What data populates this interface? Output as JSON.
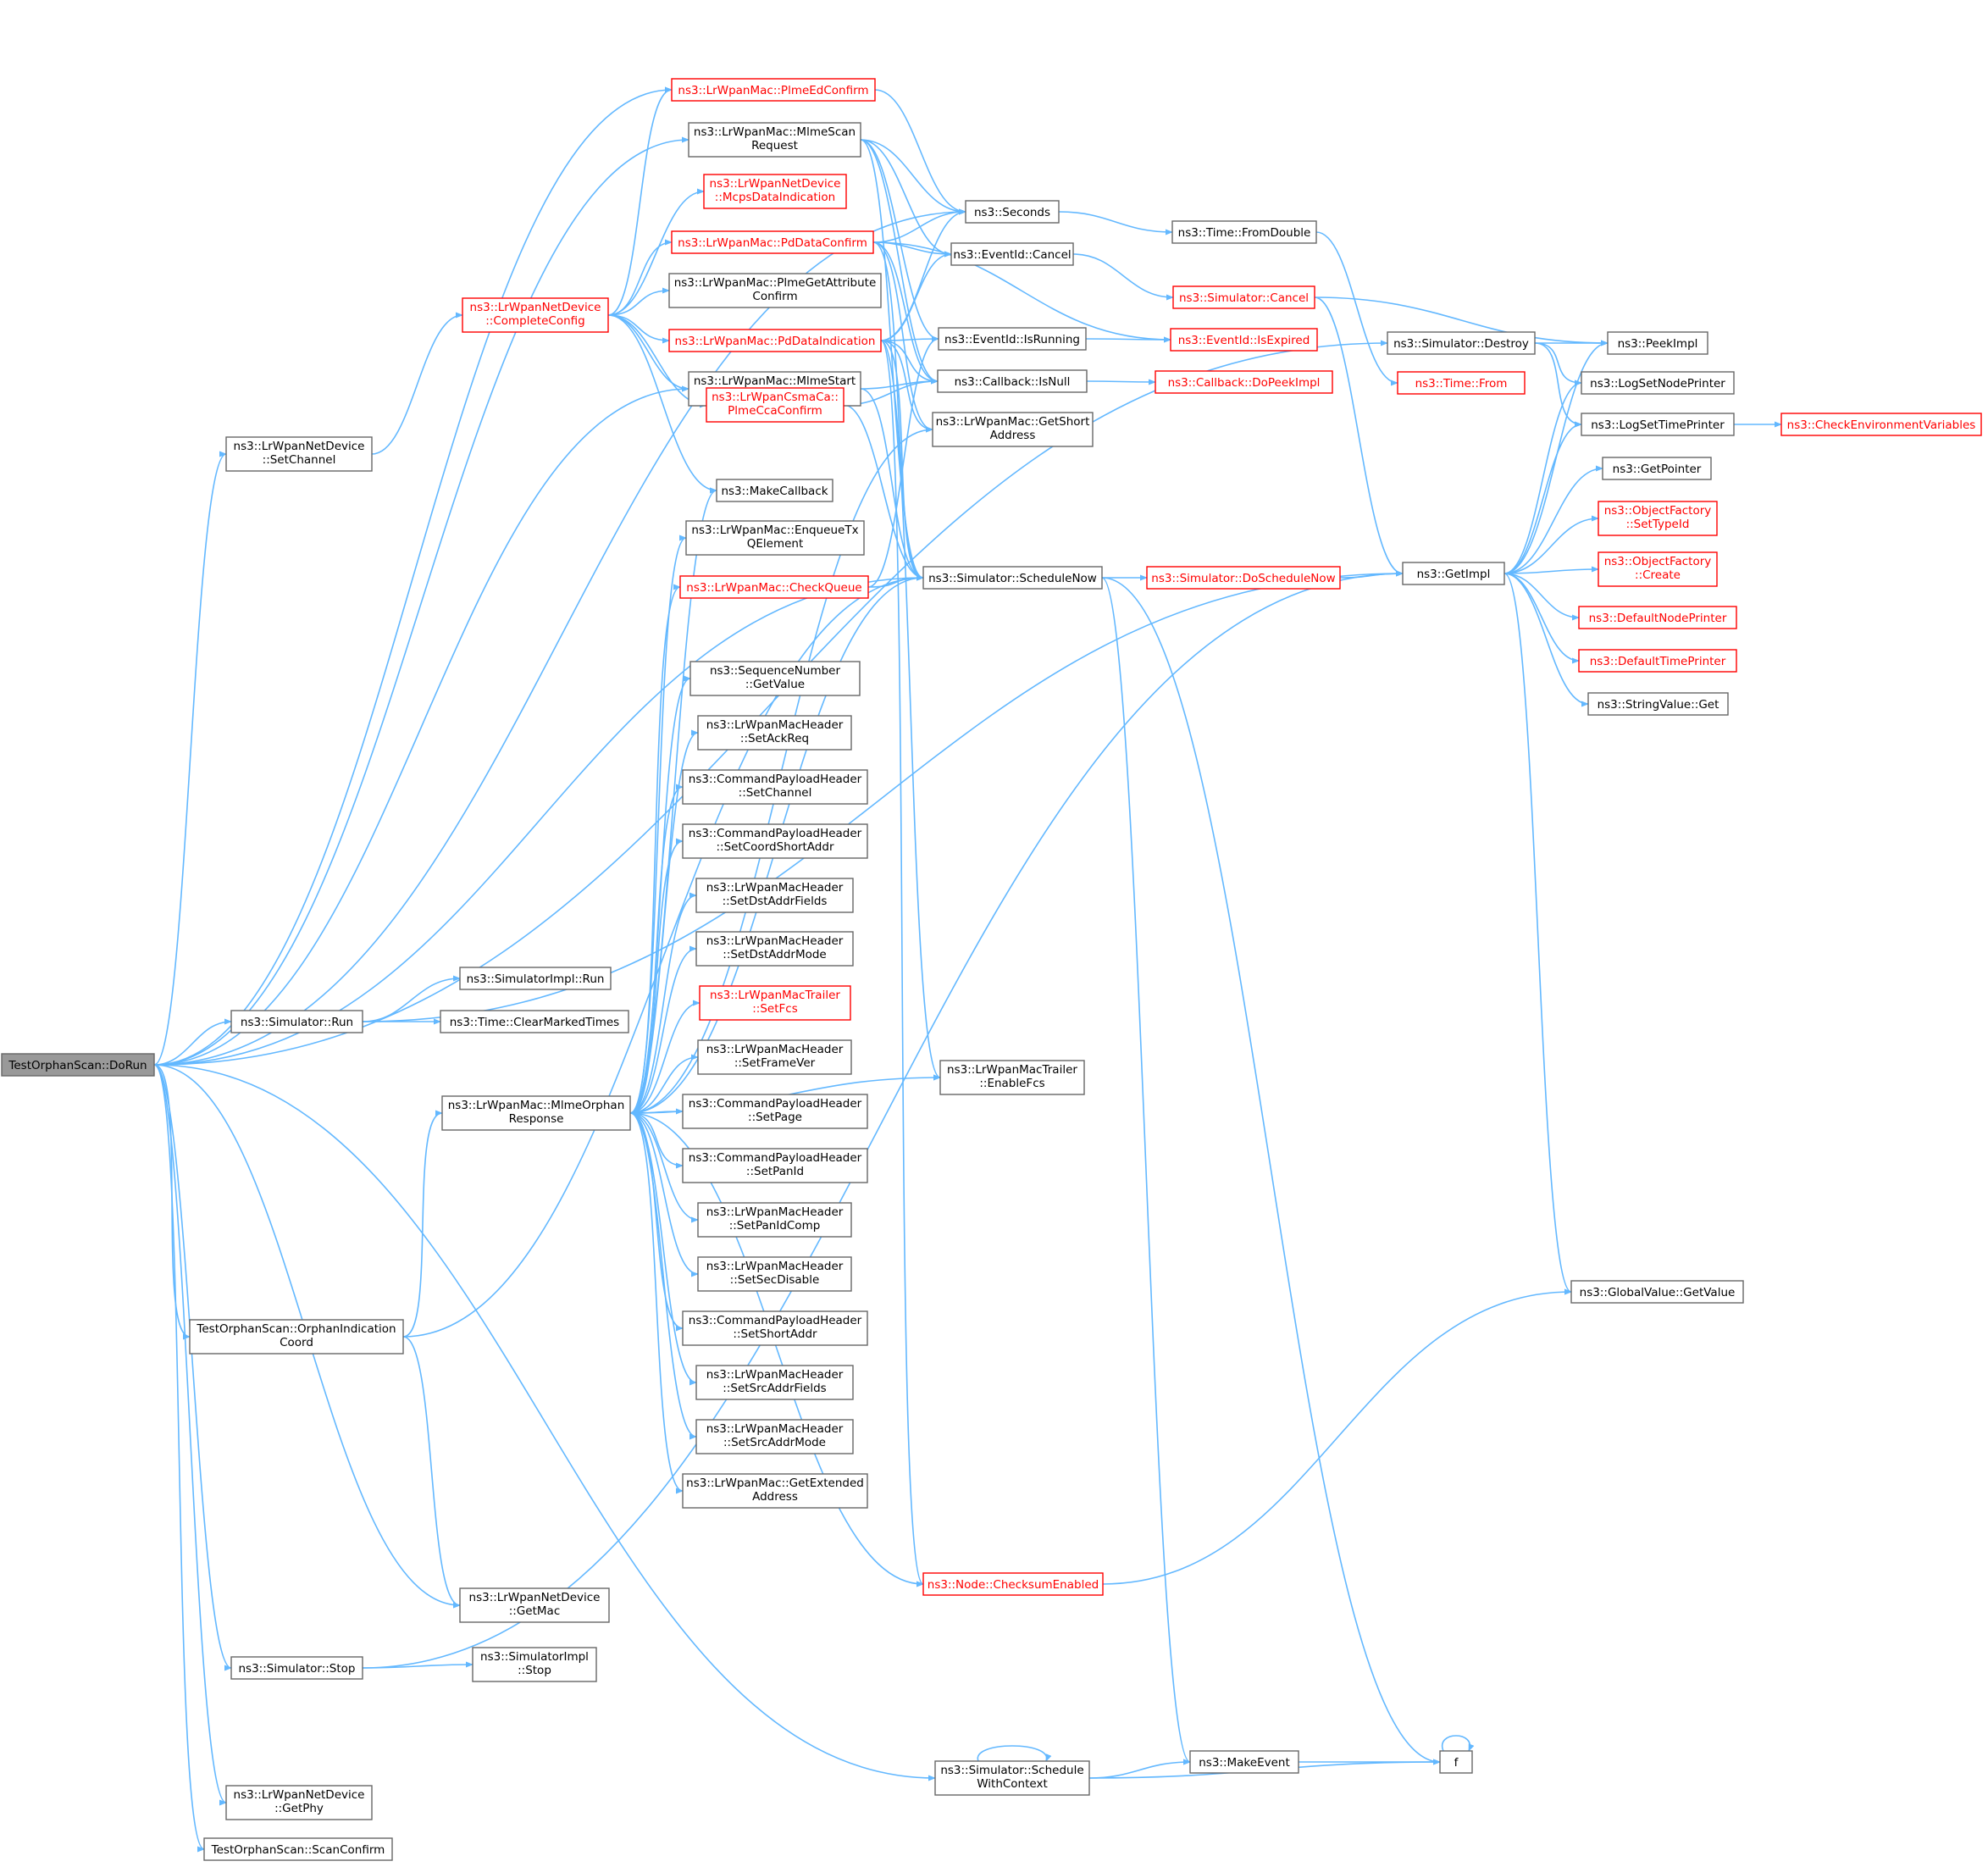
{
  "colors": {
    "edge": "#63b8ff",
    "node_border": "#666666",
    "alert": "#ff0000",
    "root_fill": "#999999"
  },
  "nodes": [
    {
      "id": "root",
      "label": [
        "TestOrphanScan::DoRun"
      ],
      "style": "root"
    },
    {
      "id": "plme_ed",
      "label": [
        "ns3::LrWpanMac::PlmeEdConfirm"
      ],
      "style": "red"
    },
    {
      "id": "mlme_scan",
      "label": [
        "ns3::LrWpanMac::MlmeScan",
        "Request"
      ],
      "style": "normal"
    },
    {
      "id": "mcps",
      "label": [
        "ns3::LrWpanNetDevice",
        "::McpsDataIndication"
      ],
      "style": "red"
    },
    {
      "id": "pd_confirm",
      "label": [
        "ns3::LrWpanMac::PdDataConfirm"
      ],
      "style": "red"
    },
    {
      "id": "plme_get",
      "label": [
        "ns3::LrWpanMac::PlmeGetAttribute",
        "Confirm"
      ],
      "style": "normal"
    },
    {
      "id": "complete",
      "label": [
        "ns3::LrWpanNetDevice",
        "::CompleteConfig"
      ],
      "style": "red"
    },
    {
      "id": "pd_ind",
      "label": [
        "ns3::LrWpanMac::PdDataIndication"
      ],
      "style": "red"
    },
    {
      "id": "mlme_start",
      "label": [
        "ns3::LrWpanMac::MlmeStart",
        "Request"
      ],
      "style": "normal"
    },
    {
      "id": "setchannel",
      "label": [
        "ns3::LrWpanNetDevice",
        "::SetChannel"
      ],
      "style": "normal"
    },
    {
      "id": "csma",
      "label": [
        "ns3::LrWpanCsmaCa::",
        "PlmeCcaConfirm"
      ],
      "style": "red"
    },
    {
      "id": "makecb",
      "label": [
        "ns3::MakeCallback"
      ],
      "style": "normal"
    },
    {
      "id": "enqueue",
      "label": [
        "ns3::LrWpanMac::EnqueueTx",
        "QElement"
      ],
      "style": "normal"
    },
    {
      "id": "checkq",
      "label": [
        "ns3::LrWpanMac::CheckQueue"
      ],
      "style": "red"
    },
    {
      "id": "seqnum",
      "label": [
        "ns3::SequenceNumber",
        "::GetValue"
      ],
      "style": "normal"
    },
    {
      "id": "setackreq",
      "label": [
        "ns3::LrWpanMacHeader",
        "::SetAckReq"
      ],
      "style": "normal"
    },
    {
      "id": "cp_setchannel",
      "label": [
        "ns3::CommandPayloadHeader",
        "::SetChannel"
      ],
      "style": "normal"
    },
    {
      "id": "cp_setcoord",
      "label": [
        "ns3::CommandPayloadHeader",
        "::SetCoordShortAddr"
      ],
      "style": "normal"
    },
    {
      "id": "setdstfields",
      "label": [
        "ns3::LrWpanMacHeader",
        "::SetDstAddrFields"
      ],
      "style": "normal"
    },
    {
      "id": "setdstmode",
      "label": [
        "ns3::LrWpanMacHeader",
        "::SetDstAddrMode"
      ],
      "style": "normal"
    },
    {
      "id": "setfcs",
      "label": [
        "ns3::LrWpanMacTrailer",
        "::SetFcs"
      ],
      "style": "red"
    },
    {
      "id": "setframever",
      "label": [
        "ns3::LrWpanMacHeader",
        "::SetFrameVer"
      ],
      "style": "normal"
    },
    {
      "id": "cp_setpage",
      "label": [
        "ns3::CommandPayloadHeader",
        "::SetPage"
      ],
      "style": "normal"
    },
    {
      "id": "cp_setpanid",
      "label": [
        "ns3::CommandPayloadHeader",
        "::SetPanId"
      ],
      "style": "normal"
    },
    {
      "id": "setpanidcomp",
      "label": [
        "ns3::LrWpanMacHeader",
        "::SetPanIdComp"
      ],
      "style": "normal"
    },
    {
      "id": "setsecdis",
      "label": [
        "ns3::LrWpanMacHeader",
        "::SetSecDisable"
      ],
      "style": "normal"
    },
    {
      "id": "cp_setshort",
      "label": [
        "ns3::CommandPayloadHeader",
        "::SetShortAddr"
      ],
      "style": "normal"
    },
    {
      "id": "setsrcfields",
      "label": [
        "ns3::LrWpanMacHeader",
        "::SetSrcAddrFields"
      ],
      "style": "normal"
    },
    {
      "id": "setsrcmode",
      "label": [
        "ns3::LrWpanMacHeader",
        "::SetSrcAddrMode"
      ],
      "style": "normal"
    },
    {
      "id": "getext",
      "label": [
        "ns3::LrWpanMac::GetExtended",
        "Address"
      ],
      "style": "normal"
    },
    {
      "id": "simimpl_run",
      "label": [
        "ns3::SimulatorImpl::Run"
      ],
      "style": "normal"
    },
    {
      "id": "sim_run",
      "label": [
        "ns3::Simulator::Run"
      ],
      "style": "normal"
    },
    {
      "id": "clearmarked",
      "label": [
        "ns3::Time::ClearMarkedTimes"
      ],
      "style": "normal"
    },
    {
      "id": "mlme_orphan",
      "label": [
        "ns3::LrWpanMac::MlmeOrphan",
        "Response"
      ],
      "style": "normal"
    },
    {
      "id": "orphanind",
      "label": [
        "TestOrphanScan::OrphanIndication",
        "Coord"
      ],
      "style": "normal"
    },
    {
      "id": "getmac",
      "label": [
        "ns3::LrWpanNetDevice",
        "::GetMac"
      ],
      "style": "normal"
    },
    {
      "id": "sim_stop",
      "label": [
        "ns3::Simulator::Stop"
      ],
      "style": "normal"
    },
    {
      "id": "simimpl_stop",
      "label": [
        "ns3::SimulatorImpl",
        "::Stop"
      ],
      "style": "normal"
    },
    {
      "id": "getphy",
      "label": [
        "ns3::LrWpanNetDevice",
        "::GetPhy"
      ],
      "style": "normal"
    },
    {
      "id": "scanconfirm",
      "label": [
        "TestOrphanScan::ScanConfirm"
      ],
      "style": "normal"
    },
    {
      "id": "seconds",
      "label": [
        "ns3::Seconds"
      ],
      "style": "normal"
    },
    {
      "id": "evcancel",
      "label": [
        "ns3::EventId::Cancel"
      ],
      "style": "normal"
    },
    {
      "id": "isrunning",
      "label": [
        "ns3::EventId::IsRunning"
      ],
      "style": "normal"
    },
    {
      "id": "isnull",
      "label": [
        "ns3::Callback::IsNull"
      ],
      "style": "normal"
    },
    {
      "id": "getshort",
      "label": [
        "ns3::LrWpanMac::GetShort",
        "Address"
      ],
      "style": "normal"
    },
    {
      "id": "schednow",
      "label": [
        "ns3::Simulator::ScheduleNow"
      ],
      "style": "normal"
    },
    {
      "id": "enablefcs",
      "label": [
        "ns3::LrWpanMacTrailer",
        "::EnableFcs"
      ],
      "style": "normal"
    },
    {
      "id": "checksum",
      "label": [
        "ns3::Node::ChecksumEnabled"
      ],
      "style": "red"
    },
    {
      "id": "schedctx",
      "label": [
        "ns3::Simulator::Schedule",
        "WithContext"
      ],
      "style": "normal"
    },
    {
      "id": "makeevent",
      "label": [
        "ns3::MakeEvent"
      ],
      "style": "normal"
    },
    {
      "id": "f",
      "label": [
        "f"
      ],
      "style": "normal"
    },
    {
      "id": "fromdouble",
      "label": [
        "ns3::Time::FromDouble"
      ],
      "style": "normal"
    },
    {
      "id": "simcancel",
      "label": [
        "ns3::Simulator::Cancel"
      ],
      "style": "red"
    },
    {
      "id": "isexpired",
      "label": [
        "ns3::EventId::IsExpired"
      ],
      "style": "red"
    },
    {
      "id": "dopeek",
      "label": [
        "ns3::Callback::DoPeekImpl"
      ],
      "style": "red"
    },
    {
      "id": "doschednow",
      "label": [
        "ns3::Simulator::DoScheduleNow"
      ],
      "style": "red"
    },
    {
      "id": "destroy",
      "label": [
        "ns3::Simulator::Destroy"
      ],
      "style": "normal"
    },
    {
      "id": "timefrom",
      "label": [
        "ns3::Time::From"
      ],
      "style": "red"
    },
    {
      "id": "getimpl",
      "label": [
        "ns3::GetImpl"
      ],
      "style": "normal"
    },
    {
      "id": "peekimpl",
      "label": [
        "ns3::PeekImpl"
      ],
      "style": "normal"
    },
    {
      "id": "lognode",
      "label": [
        "ns3::LogSetNodePrinter"
      ],
      "style": "normal"
    },
    {
      "id": "logtime",
      "label": [
        "ns3::LogSetTimePrinter"
      ],
      "style": "normal"
    },
    {
      "id": "checkenv",
      "label": [
        "ns3::CheckEnvironmentVariables"
      ],
      "style": "red"
    },
    {
      "id": "getpointer",
      "label": [
        "ns3::GetPointer"
      ],
      "style": "normal"
    },
    {
      "id": "of_settype",
      "label": [
        "ns3::ObjectFactory",
        "::SetTypeId"
      ],
      "style": "red"
    },
    {
      "id": "of_create",
      "label": [
        "ns3::ObjectFactory",
        "::Create"
      ],
      "style": "red"
    },
    {
      "id": "defnode",
      "label": [
        "ns3::DefaultNodePrinter"
      ],
      "style": "red"
    },
    {
      "id": "deftime",
      "label": [
        "ns3::DefaultTimePrinter"
      ],
      "style": "red"
    },
    {
      "id": "strget",
      "label": [
        "ns3::StringValue::Get"
      ],
      "style": "normal"
    },
    {
      "id": "gvget",
      "label": [
        "ns3::GlobalValue::GetValue"
      ],
      "style": "normal"
    }
  ]
}
